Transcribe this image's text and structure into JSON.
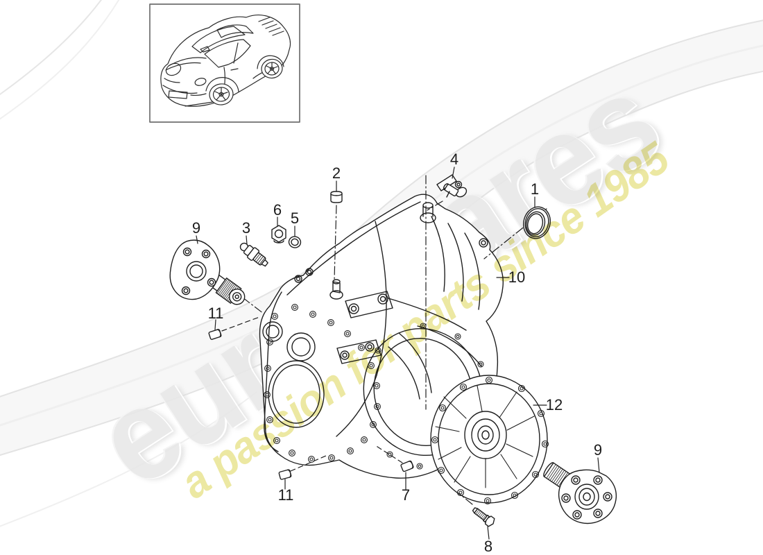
{
  "page": {
    "background": "#ffffff"
  },
  "watermark": {
    "brand": "eurospares",
    "tagline": "a passion for parts since 1985",
    "brand_color": "#e8e8e8",
    "tagline_color": "#e9e492"
  },
  "diagram": {
    "line_color": "#1f1f1f",
    "callouts": [
      {
        "text": "2"
      },
      {
        "text": "4"
      },
      {
        "text": "1"
      },
      {
        "text": "6"
      },
      {
        "text": "5"
      },
      {
        "text": "3"
      },
      {
        "text": "9"
      },
      {
        "text": "10"
      },
      {
        "text": "11"
      },
      {
        "text": "12"
      },
      {
        "text": "9"
      },
      {
        "text": "11"
      },
      {
        "text": "7"
      },
      {
        "text": "8"
      }
    ]
  }
}
